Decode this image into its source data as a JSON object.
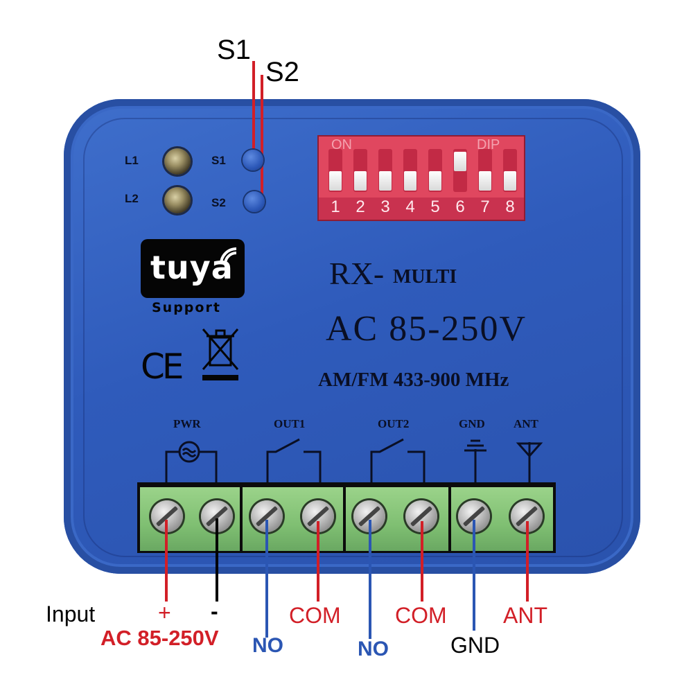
{
  "top_labels": {
    "s1": "S1",
    "s2": "S2"
  },
  "panel_labels": {
    "l1": "L1",
    "l2": "L2",
    "s1": "S1",
    "s2": "S2"
  },
  "dip": {
    "on_label": "ON",
    "dip_label": "DIP",
    "numbers": [
      "1",
      "2",
      "3",
      "4",
      "5",
      "6",
      "7",
      "8"
    ]
  },
  "tuya": {
    "logo": "tuya",
    "support": "Support"
  },
  "marks": {
    "ce": "CE"
  },
  "device": {
    "model_prefix": "RX-",
    "model_suffix": "MULTI",
    "voltage": "AC 85-250V",
    "frequency": "AM/FM 433-900 MHz"
  },
  "terminal_headers": {
    "pwr": "PWR",
    "out1": "OUT1",
    "out2": "OUT2",
    "gnd": "GND",
    "ant": "ANT"
  },
  "bottom_labels": {
    "input": "Input",
    "plus": "+",
    "minus": "-",
    "ac": "AC 85-250V",
    "no1": "NO",
    "com1": "COM",
    "no2": "NO",
    "com2": "COM",
    "gnd": "GND",
    "ant": "ANT"
  },
  "colors": {
    "red": "#d21f27",
    "blue": "#2b56b3",
    "black": "#000000",
    "case": "#2f5bbb"
  }
}
